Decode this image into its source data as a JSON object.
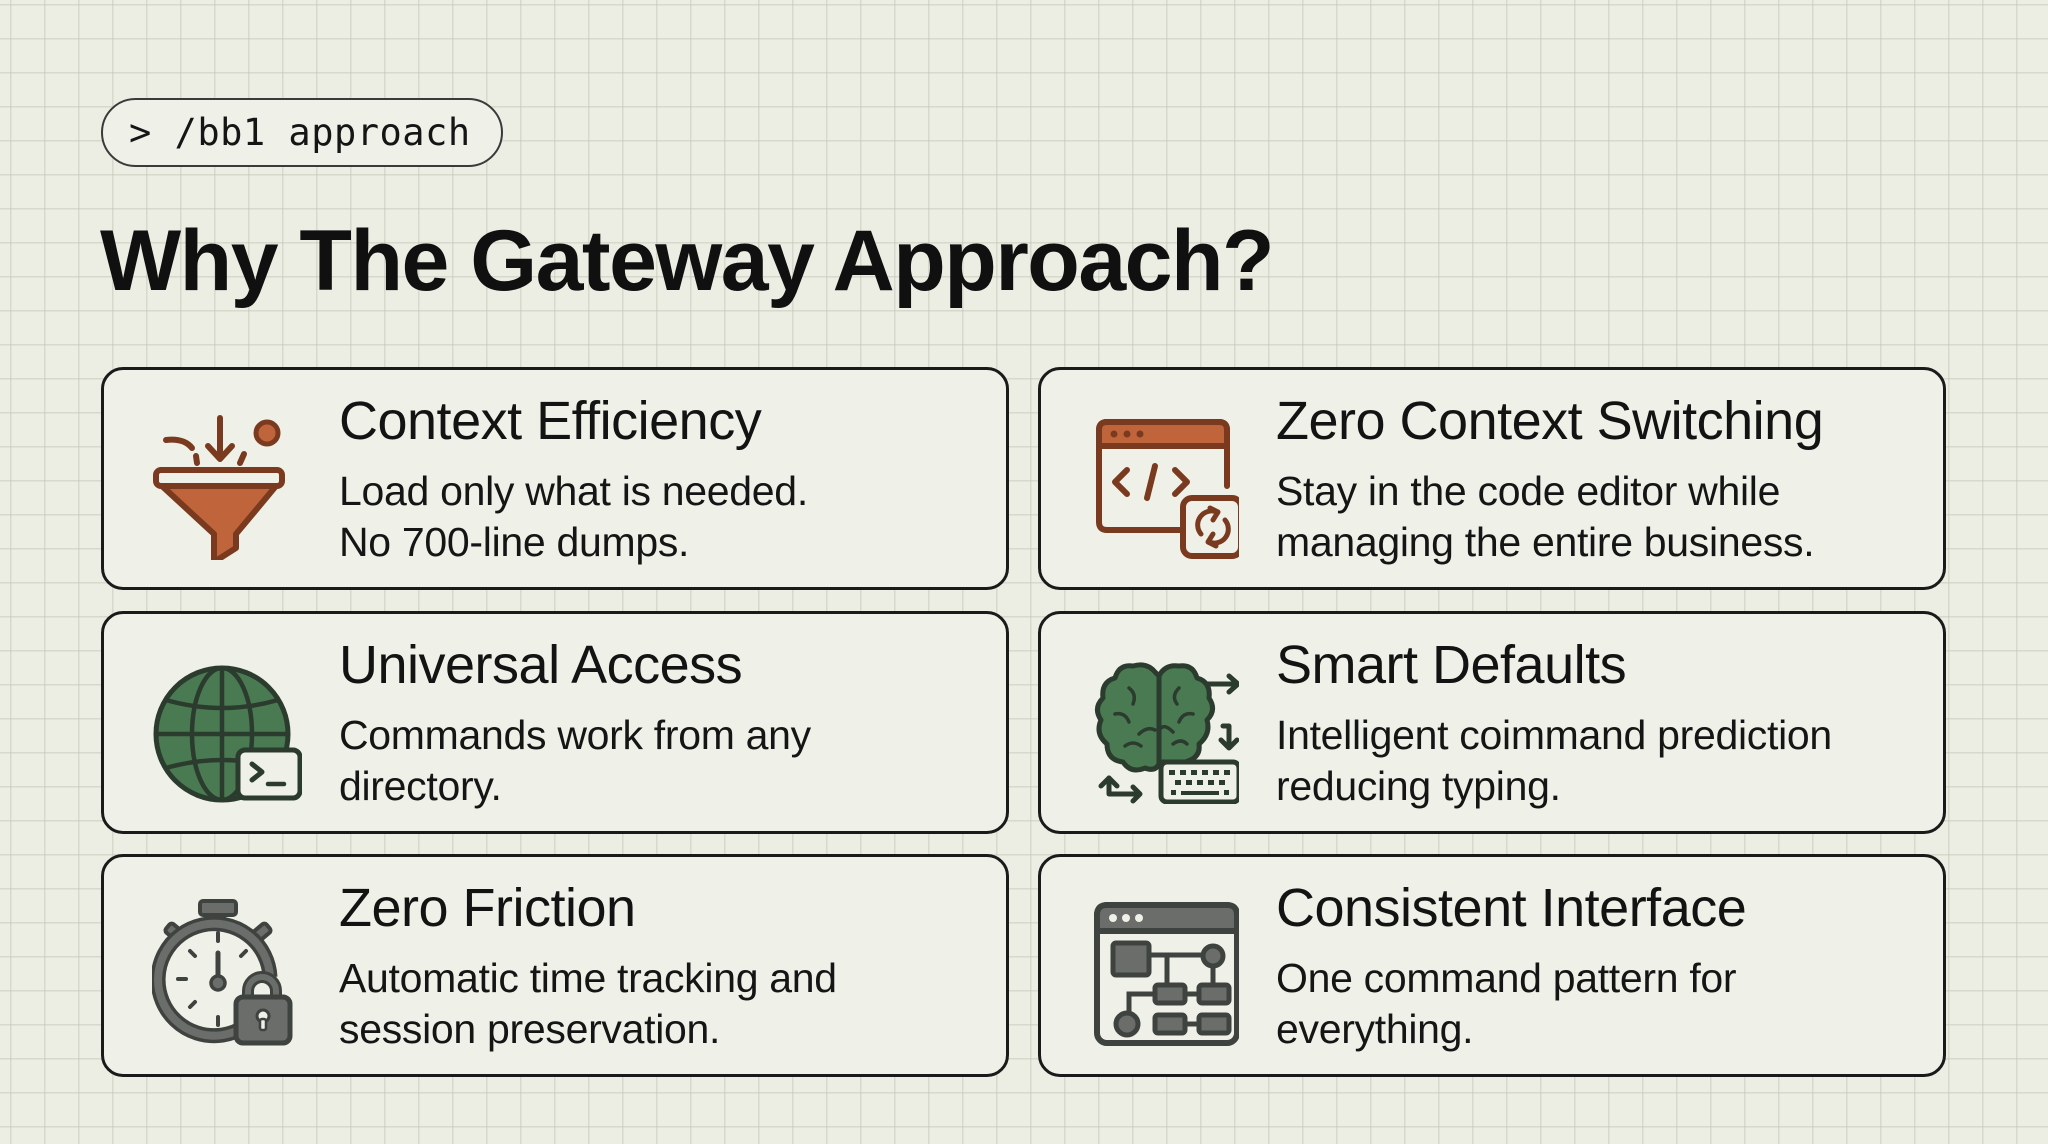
{
  "header": {
    "command_pill": "> /bb1 approach",
    "title": "Why The Gateway Approach?"
  },
  "colors": {
    "background": "#ecede3",
    "card_border": "#1a1a1a",
    "accent_orange": "#c0653b",
    "accent_orange_dark": "#7a3a1f",
    "accent_green": "#4a7a52",
    "accent_green_dark": "#2b3b2e",
    "accent_gray": "#6a6d6a",
    "accent_gray_dark": "#3f4340"
  },
  "cards": [
    {
      "icon": "funnel-icon",
      "heading": "Context Efficiency",
      "body_lines": [
        "Load only what is needed.",
        "No 700-line dumps."
      ]
    },
    {
      "icon": "code-editor-sync-icon",
      "heading": "Zero Context Switching",
      "body_lines": [
        "Stay in the code editor while",
        "managing the entire business."
      ]
    },
    {
      "icon": "globe-terminal-icon",
      "heading": "Universal Access",
      "body_lines": [
        "Commands work from any",
        "directory."
      ]
    },
    {
      "icon": "brain-keyboard-icon",
      "heading": "Smart Defaults",
      "body_lines": [
        "Intelligent coimmand prediction",
        "reducing typing."
      ]
    },
    {
      "icon": "stopwatch-lock-icon",
      "heading": "Zero Friction",
      "body_lines": [
        "Automatic time tracking and",
        "session preservation."
      ]
    },
    {
      "icon": "window-flowchart-icon",
      "heading": "Consistent Interface",
      "body_lines": [
        "One command pattern for",
        "everything."
      ]
    }
  ]
}
